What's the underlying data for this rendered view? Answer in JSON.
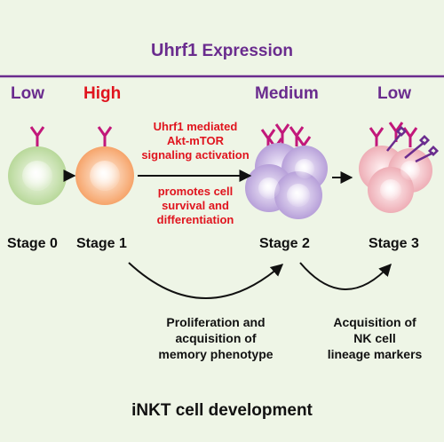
{
  "header": {
    "gene": "Uhrf1",
    "suffix": " Expression"
  },
  "levels": [
    "Low",
    "High",
    "Medium",
    "Low"
  ],
  "stages": [
    "Stage 0",
    "Stage 1",
    "Stage 2",
    "Stage 3"
  ],
  "mechanism": {
    "line1": "Uhrf1 mediated",
    "line2": "Akt-mTOR",
    "line3": "signaling activation",
    "line4": "promotes cell",
    "line5": "survival and",
    "line6": "differentiation"
  },
  "annotations": {
    "prolif1": "Proliferation and",
    "prolif2": "acquisition of",
    "prolif3": "memory phenotype",
    "nk1": "Acquisition of",
    "nk2": "NK cell",
    "nk3": "lineage markers"
  },
  "footer": "iNKT cell development",
  "colors": {
    "purple": "#6a2c8e",
    "red": "#e0141e",
    "receptor": "#c2187a",
    "background": "#eef5e6"
  }
}
